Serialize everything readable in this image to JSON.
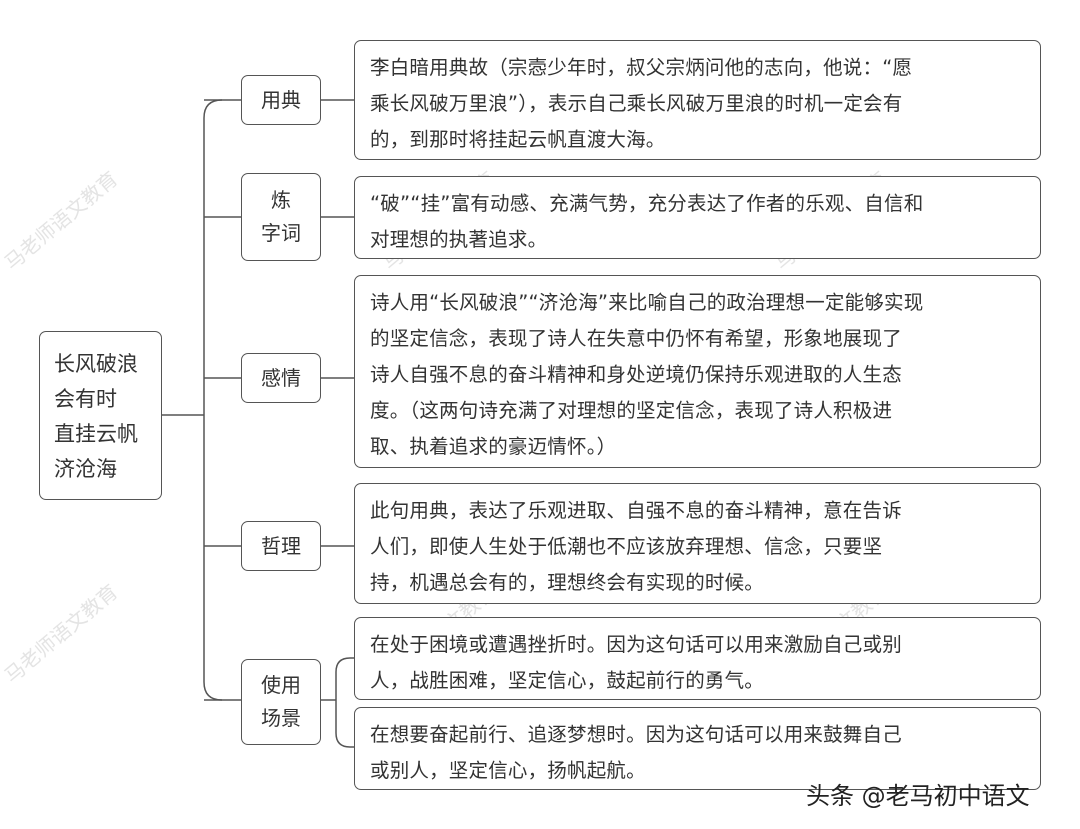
{
  "root": {
    "lines": [
      "长风破浪",
      "会有时",
      "直挂云帆",
      "济沧海"
    ]
  },
  "categories": [
    {
      "label_lines": [
        "用典"
      ],
      "items": [
        {
          "lines": [
            "李白暗用典故（宗悫少年时，叔父宗炳问他的志向，他说：“愿",
            "乘长风破万里浪”），表示自己乘长风破万里浪的时机一定会有",
            "的，到那时将挂起云帆直渡大海。"
          ]
        }
      ]
    },
    {
      "label_lines": [
        "炼",
        "字词"
      ],
      "items": [
        {
          "lines": [
            "“破”“挂”富有动感、充满气势，充分表达了作者的乐观、自信和",
            "对理想的执著追求。"
          ]
        }
      ]
    },
    {
      "label_lines": [
        "感情"
      ],
      "items": [
        {
          "lines": [
            "诗人用“长风破浪”“济沧海”来比喻自己的政治理想一定能够实现",
            "的坚定信念，表现了诗人在失意中仍怀有希望，形象地展现了",
            "诗人自强不息的奋斗精神和身处逆境仍保持乐观进取的人生态",
            "度。（这两句诗充满了对理想的坚定信念，表现了诗人积极进",
            "取、执着追求的豪迈情怀。）"
          ]
        }
      ]
    },
    {
      "label_lines": [
        "哲理"
      ],
      "items": [
        {
          "lines": [
            "此句用典，表达了乐观进取、自强不息的奋斗精神，意在告诉",
            "人们，即使人生处于低潮也不应该放弃理想、信念，只要坚",
            "持，机遇总会有的，理想终会有实现的时候。"
          ]
        }
      ]
    },
    {
      "label_lines": [
        "使用",
        "场景"
      ],
      "items": [
        {
          "lines": [
            "在处于困境或遭遇挫折时。因为这句话可以用来激励自己或别",
            "人，战胜困难，坚定信心，鼓起前行的勇气。"
          ]
        },
        {
          "lines": [
            "在想要奋起前行、追逐梦想时。因为这句话可以用来鼓舞自己",
            "或别人，坚定信心，扬帆起航。"
          ]
        }
      ]
    }
  ],
  "watermark": "马老师语文教育",
  "footer": "头条 @老马初中语文",
  "colors": {
    "border": "#555555",
    "text": "#333333",
    "watermark": "#e4e4e4"
  }
}
